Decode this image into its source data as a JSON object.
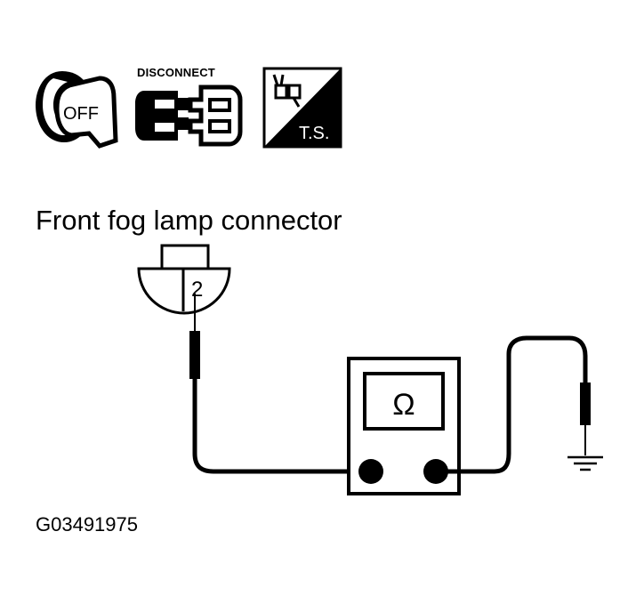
{
  "icons": {
    "ignition": {
      "name": "ignition-key-icon",
      "label": "OFF"
    },
    "disconnect": {
      "name": "disconnect-connector-icon",
      "label": "DISCONNECT"
    },
    "test_symbol": {
      "name": "test-symbol-icon",
      "label": "T.S."
    }
  },
  "connector": {
    "title": "Front fog lamp connector",
    "terminal": "2"
  },
  "meter": {
    "symbol": "Ω"
  },
  "figure_id": "G03491975"
}
